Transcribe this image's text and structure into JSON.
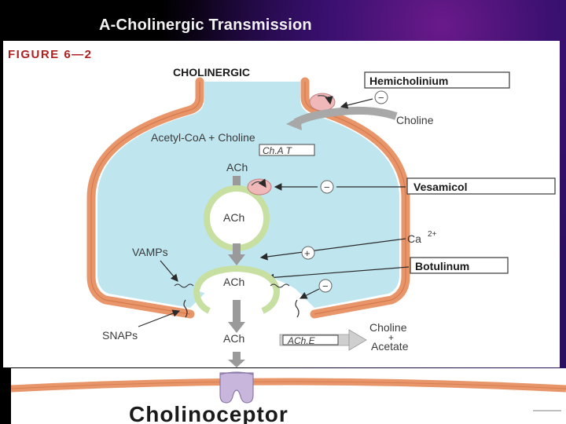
{
  "slide": {
    "title": "A-Cholinergic Transmission"
  },
  "figure": {
    "figure_label": "FIGURE 6—2",
    "neuron_label": "CHOLINERGIC",
    "precursor": "Acetyl-CoA + Choline",
    "enzyme_synthesis": "Ch.A T",
    "ach_cytoplasm": "ACh",
    "ach_vesicle": "ACh",
    "ach_docked": "ACh",
    "ach_cleft": "ACh",
    "vamps": "VAMPs",
    "snaps": "SNAPs",
    "calcium_ion": "Ca",
    "calcium_charge": "2+",
    "choline_reuptake": "Choline",
    "hydrolysis_enzyme": "ACh.E",
    "product_choline": "Choline",
    "product_plus": "+",
    "product_acetate": "Acetate",
    "sign_minus": "−",
    "sign_plus": "+",
    "drugs": {
      "hemicholinium": "Hemicholinium",
      "vesamicol": "Vesamicol",
      "botulinum": "Botulinum"
    },
    "receptor_label": "Cholinoceptor"
  },
  "colors": {
    "membrane": "#e8956a",
    "membrane_dark": "#c96a3e",
    "cytoplasm": "#bfe6ef",
    "vesicle_fill": "#ffffff",
    "vesicle_ring": "#c7dfa0",
    "arrow_gray": "#9a9a9a",
    "transporter": "#f0b8b8",
    "receptor": "#c9b6dc",
    "figure_label_red": "#b02020"
  }
}
